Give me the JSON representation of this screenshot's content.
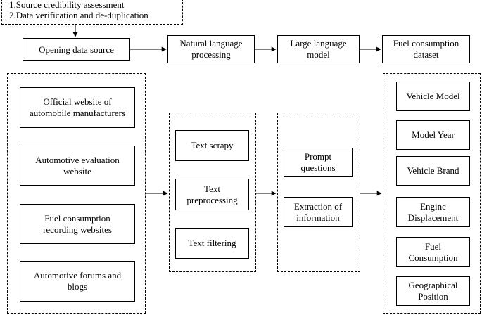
{
  "note": {
    "line1": "1.Source credibility assessment",
    "line2": "2.Data verification and de-duplication"
  },
  "top_flow": {
    "opening": "Opening data source",
    "nlp": "Natural language\nprocessing",
    "llm": "Large language\nmodel",
    "dataset": "Fuel consumption\ndataset"
  },
  "sources": [
    "Official website of\nautomobile manufacturers",
    "Automotive evaluation\nwebsite",
    "Fuel consumption\nrecording websites",
    "Automotive forums and\nblogs"
  ],
  "nlp_steps": [
    "Text scrapy",
    "Text\npreprocessing",
    "Text filtering"
  ],
  "llm_steps": [
    "Prompt\nquestions",
    "Extraction of\ninformation"
  ],
  "dataset_fields": [
    "Vehicle Model",
    "Model Year",
    "Vehicle Brand",
    "Engine\nDisplacement",
    "Fuel\nConsumption",
    "Geographical\nPosition"
  ]
}
